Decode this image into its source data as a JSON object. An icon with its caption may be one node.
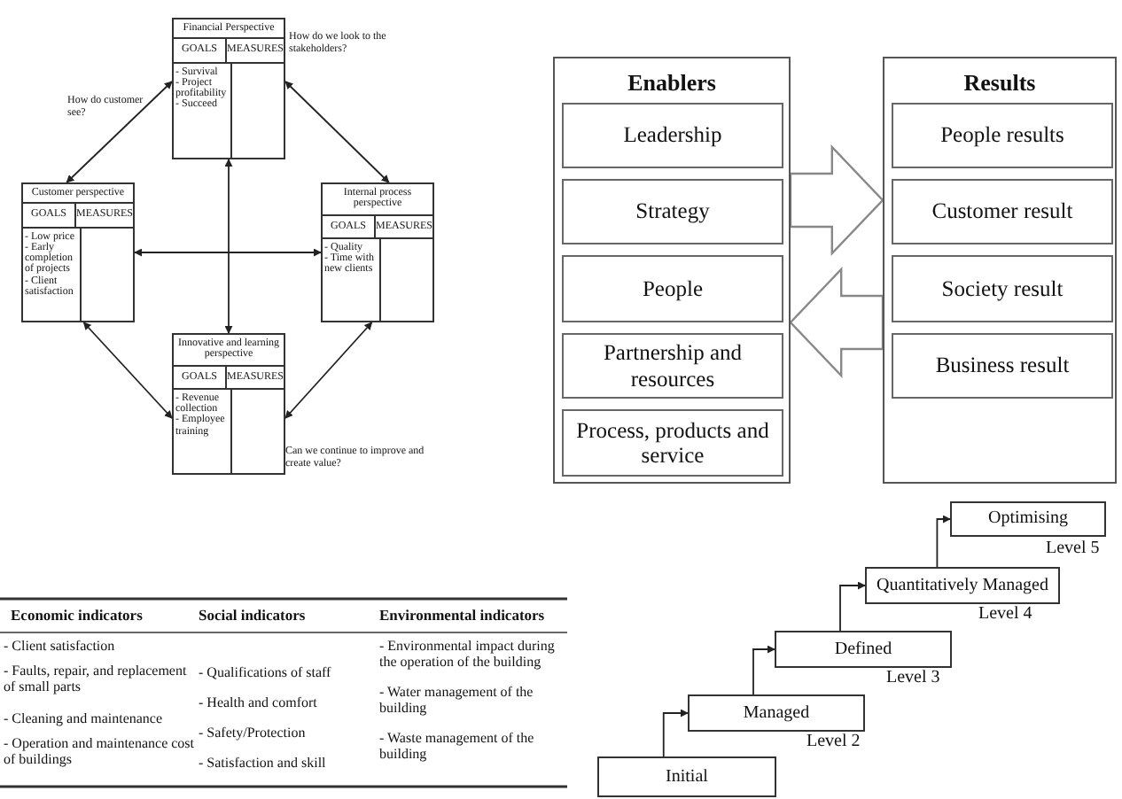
{
  "diagram": {
    "nodes": [
      {
        "text": [
          "Financial Perspective",
          "GOALS",
          "MEASURES",
          "- Survival",
          "- Project profitability",
          "- Succeed"
        ]
      },
      {
        "text": [
          "Customer perspective",
          "GOALS",
          "MEASURES",
          "- Low price",
          "- Early completion of projects",
          "- Client satisfaction"
        ]
      },
      {
        "text": [
          "Internal process perspective",
          "GOALS",
          "MEASURES",
          "- Quality",
          "- Time with new clients"
        ]
      },
      {
        "text": [
          "Innovative and learning perspective",
          "GOALS",
          "MEASURES",
          "- Revenue collection",
          "- Employee training"
        ]
      },
      {
        "text": [
          "Enablers"
        ]
      },
      {
        "text": [
          "Leadership"
        ],
        "in": 4
      },
      {
        "text": [
          "Strategy"
        ],
        "in": 4
      },
      {
        "text": [
          "People"
        ],
        "in": 4
      },
      {
        "text": [
          "Partnership and resources"
        ],
        "in": 4
      },
      {
        "text": [
          "Process, products and service"
        ],
        "in": 4
      },
      {
        "text": [
          "Results"
        ]
      },
      {
        "text": [
          "People results"
        ],
        "in": 10
      },
      {
        "text": [
          "Customer result"
        ],
        "in": 10
      },
      {
        "text": [
          "Society result"
        ],
        "in": 10
      },
      {
        "text": [
          "Business result"
        ],
        "in": 10
      },
      {
        "text": [
          "Initial"
        ]
      },
      {
        "text": [
          "Managed"
        ],
        "beside": [
          "Level 2"
        ]
      },
      {
        "text": [
          "Defined"
        ],
        "beside": [
          "Level 3"
        ]
      },
      {
        "text": [
          "Quantitatively Managed"
        ],
        "beside": [
          "Level 4"
        ]
      },
      {
        "text": [
          "Optimising"
        ],
        "beside": [
          "Level 5"
        ]
      }
    ],
    "edges": [
      {
        "from": 0,
        "to": 1,
        "arrow": "both"
      },
      {
        "from": 0,
        "to": 2,
        "arrow": "both"
      },
      {
        "from": 1,
        "to": 2,
        "arrow": "both"
      },
      {
        "from": 0,
        "to": 3,
        "arrow": "both"
      },
      {
        "from": 1,
        "to": 3,
        "arrow": "both"
      },
      {
        "from": 2,
        "to": 3,
        "arrow": "both"
      },
      {
        "from": 4,
        "to": 10,
        "arrow": "to",
        "style": "thick"
      },
      {
        "from": 10,
        "to": 4,
        "arrow": "to",
        "style": "thick"
      },
      {
        "from": 15,
        "to": 16,
        "arrow": "to"
      },
      {
        "from": 16,
        "to": 17,
        "arrow": "to"
      },
      {
        "from": 17,
        "to": 18,
        "arrow": "to"
      },
      {
        "from": 18,
        "to": 19,
        "arrow": "to"
      }
    ],
    "labels": [
      "How do customer see?",
      "How do we look to the stakeholders?",
      "Can we continue to improve and create value?",
      "Economic indicators",
      "Social indicators",
      "Environmental indicators",
      "- Client satisfaction",
      "- Faults, repair, and replacement of small parts",
      "- Cleaning and maintenance",
      "- Operation and maintenance cost of buildings",
      "- Qualifications of staff",
      "- Health and comfort",
      "- Safety/Protection",
      "- Satisfaction and skill",
      "- Environmental impact during the operation of the building",
      "- Water management of the building",
      "- Waste management of the building"
    ]
  }
}
